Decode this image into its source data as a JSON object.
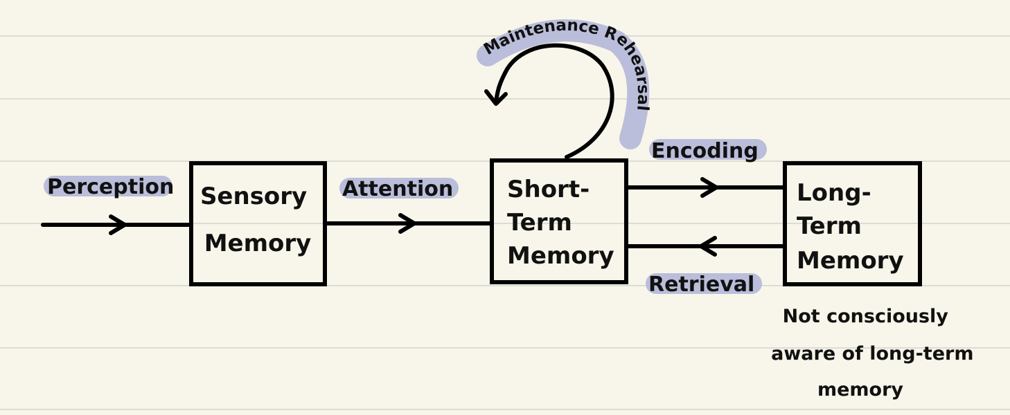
{
  "colors": {
    "paper": "#f8f6ea",
    "ruled_line": "#dcdcd6",
    "ink": "#111111",
    "highlight": "#b3b8d8"
  },
  "boxes": {
    "sensory": [
      "Sensory",
      "Memory"
    ],
    "short_term": [
      "Short-",
      "Term",
      "Memory"
    ],
    "long_term": [
      "Long-",
      "Term",
      "Memory"
    ]
  },
  "labels": {
    "perception": "Perception",
    "attention": "Attention",
    "encoding": "Encoding",
    "retrieval": "Retrieval",
    "rehearsal": "Maintenance Rehearsal"
  },
  "note": [
    "Not consciously",
    "aware of long-term",
    "memory"
  ]
}
